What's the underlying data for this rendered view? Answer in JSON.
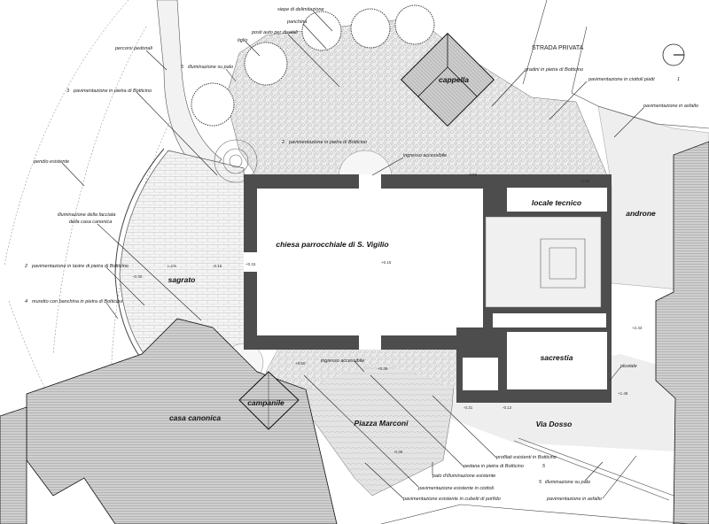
{
  "title_labels": {
    "church": "chiesa parrocchiale di S. Vigilio",
    "sagrato": "sagrato",
    "locale_tecnico": "locale tecnico",
    "androne": "androne",
    "sacrestia": "sacrestia",
    "cappella": "cappella",
    "campanile": "campanile",
    "casa_canonica": "casa canonica",
    "piazza": "Piazza Marconi",
    "via": "Via Dosso",
    "strada": "STRADA PRIVATA"
  },
  "annotations": [
    {
      "text": "siepe di delimitazione"
    },
    {
      "text": "panchina"
    },
    {
      "text": "posti auto per disabili"
    },
    {
      "text": "tiglio"
    },
    {
      "text": "percorsi pedonali"
    },
    {
      "text": "illuminazione su palo",
      "ref": "5"
    },
    {
      "text": "pavimentazione in pietra di Botticino",
      "ref": "3"
    },
    {
      "text": "gradini in pietra di Botticino"
    },
    {
      "text": "pavimentazione in ciottoli piatti",
      "ref": "1"
    },
    {
      "text": "pavimentazione in asfalto"
    },
    {
      "text": "pavimentazione in pietra di Botticino",
      "ref": "2"
    },
    {
      "text": "ingresso accessibile"
    },
    {
      "text": "pendio esistente"
    },
    {
      "text": "illuminazione della facciata"
    },
    {
      "text": "della casa canonica"
    },
    {
      "text": "pavimentazione in lastre di pietra di Botticino",
      "ref": "2"
    },
    {
      "text": "muretto con banchina in pietra di Botticino",
      "ref": "4"
    },
    {
      "text": "pluviale"
    },
    {
      "text": "ingresso accessibile"
    },
    {
      "text": "profilati esistenti in Botticino"
    },
    {
      "text": "pedana in pietra di Botticino",
      "ref": "5"
    },
    {
      "text": "palo d'illuminazione esistente"
    },
    {
      "text": "illuminazione su palo",
      "ref": "5"
    },
    {
      "text": "pavimentazione esistente in ciottoli"
    },
    {
      "text": "pavimentazione esistente in cubetti di porfido"
    },
    {
      "text": "pavimentazione in asfalto"
    }
  ],
  "elevations": [
    "+0.15",
    "-0.30",
    "-0.15",
    "i=1%",
    "+0.15",
    "-0.50",
    "+0.36",
    "-0.36",
    "-0.31",
    "-0.12",
    "+1.48",
    "+2.43",
    "+0.50",
    "-0.30"
  ]
}
